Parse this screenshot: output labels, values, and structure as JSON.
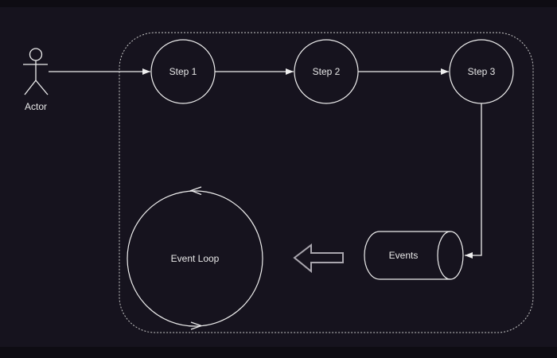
{
  "diagram": {
    "actor": {
      "label": "Actor"
    },
    "steps": [
      {
        "label": "Step 1"
      },
      {
        "label": "Step 2"
      },
      {
        "label": "Step 3"
      }
    ],
    "event_loop": {
      "label": "Event Loop"
    },
    "events_store": {
      "label": "Events"
    },
    "colors": {
      "background": "#16131e",
      "letterbox_band": "#0e0c13",
      "line": "#eeeeee",
      "dashed_border": "#c8c8c8",
      "block_arrow_outline": "#a9a6ae",
      "text": "#e8e8e8"
    }
  }
}
